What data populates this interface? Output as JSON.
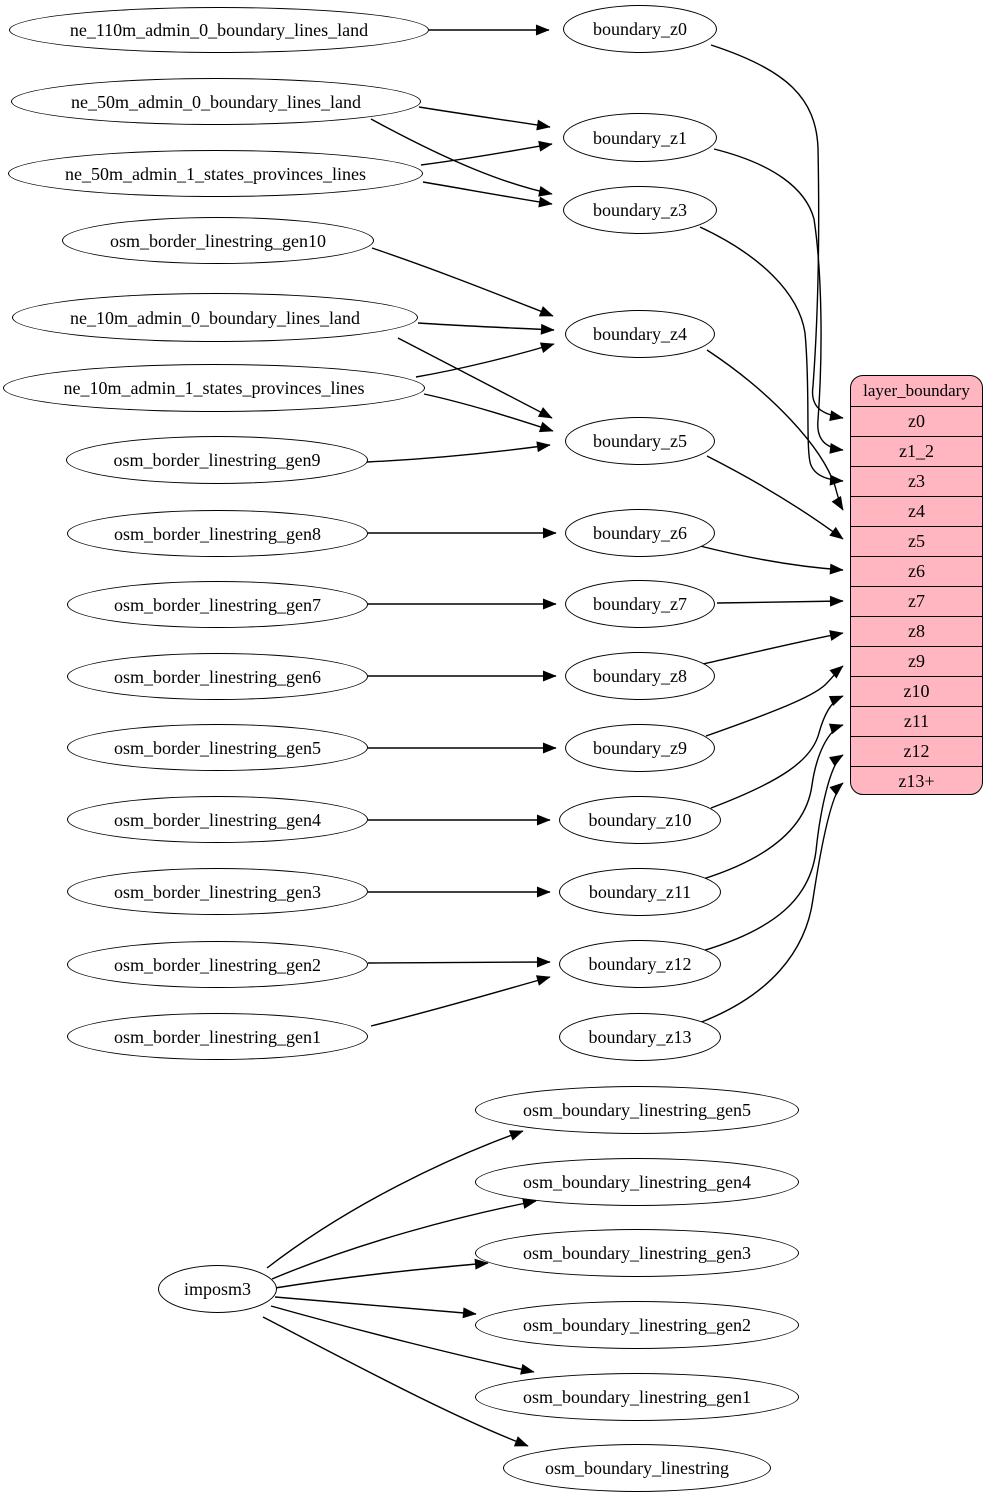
{
  "diagram": {
    "colors": {
      "table_fill": "#ffb6c1",
      "node_fill": "#ffffff",
      "stroke": "#000000"
    },
    "sources": [
      "ne_110m_admin_0_boundary_lines_land",
      "ne_50m_admin_0_boundary_lines_land",
      "ne_50m_admin_1_states_provinces_lines",
      "osm_border_linestring_gen10",
      "ne_10m_admin_0_boundary_lines_land",
      "ne_10m_admin_1_states_provinces_lines",
      "osm_border_linestring_gen9",
      "osm_border_linestring_gen8",
      "osm_border_linestring_gen7",
      "osm_border_linestring_gen6",
      "osm_border_linestring_gen5",
      "osm_border_linestring_gen4",
      "osm_border_linestring_gen3",
      "osm_border_linestring_gen2",
      "osm_border_linestring_gen1"
    ],
    "transforms": [
      "boundary_z0",
      "boundary_z1",
      "boundary_z3",
      "boundary_z4",
      "boundary_z5",
      "boundary_z6",
      "boundary_z7",
      "boundary_z8",
      "boundary_z9",
      "boundary_z10",
      "boundary_z11",
      "boundary_z12",
      "boundary_z13"
    ],
    "table": {
      "title": "layer_boundary",
      "rows": [
        "z0",
        "z1_2",
        "z3",
        "z4",
        "z5",
        "z6",
        "z7",
        "z8",
        "z9",
        "z10",
        "z11",
        "z12",
        "z13+"
      ]
    },
    "importer": "imposm3",
    "osm_tables": [
      "osm_boundary_linestring_gen5",
      "osm_boundary_linestring_gen4",
      "osm_boundary_linestring_gen3",
      "osm_boundary_linestring_gen2",
      "osm_boundary_linestring_gen1",
      "osm_boundary_linestring"
    ],
    "edges": [
      {
        "from": "ne_110m_admin_0_boundary_lines_land",
        "to": "boundary_z0"
      },
      {
        "from": "ne_50m_admin_0_boundary_lines_land",
        "to": "boundary_z1"
      },
      {
        "from": "ne_50m_admin_0_boundary_lines_land",
        "to": "boundary_z3"
      },
      {
        "from": "ne_50m_admin_1_states_provinces_lines",
        "to": "boundary_z1"
      },
      {
        "from": "ne_50m_admin_1_states_provinces_lines",
        "to": "boundary_z3"
      },
      {
        "from": "osm_border_linestring_gen10",
        "to": "boundary_z4"
      },
      {
        "from": "ne_10m_admin_0_boundary_lines_land",
        "to": "boundary_z4"
      },
      {
        "from": "ne_10m_admin_0_boundary_lines_land",
        "to": "boundary_z5"
      },
      {
        "from": "ne_10m_admin_1_states_provinces_lines",
        "to": "boundary_z4"
      },
      {
        "from": "ne_10m_admin_1_states_provinces_lines",
        "to": "boundary_z5"
      },
      {
        "from": "osm_border_linestring_gen9",
        "to": "boundary_z5"
      },
      {
        "from": "osm_border_linestring_gen8",
        "to": "boundary_z6"
      },
      {
        "from": "osm_border_linestring_gen7",
        "to": "boundary_z7"
      },
      {
        "from": "osm_border_linestring_gen6",
        "to": "boundary_z8"
      },
      {
        "from": "osm_border_linestring_gen5",
        "to": "boundary_z9"
      },
      {
        "from": "osm_border_linestring_gen4",
        "to": "boundary_z10"
      },
      {
        "from": "osm_border_linestring_gen3",
        "to": "boundary_z11"
      },
      {
        "from": "osm_border_linestring_gen2",
        "to": "boundary_z12"
      },
      {
        "from": "osm_border_linestring_gen1",
        "to": "boundary_z12"
      },
      {
        "from": "boundary_z0",
        "to": "layer_boundary.z0"
      },
      {
        "from": "boundary_z1",
        "to": "layer_boundary.z1_2"
      },
      {
        "from": "boundary_z3",
        "to": "layer_boundary.z3"
      },
      {
        "from": "boundary_z4",
        "to": "layer_boundary.z4"
      },
      {
        "from": "boundary_z5",
        "to": "layer_boundary.z5"
      },
      {
        "from": "boundary_z6",
        "to": "layer_boundary.z6"
      },
      {
        "from": "boundary_z7",
        "to": "layer_boundary.z7"
      },
      {
        "from": "boundary_z8",
        "to": "layer_boundary.z8"
      },
      {
        "from": "boundary_z9",
        "to": "layer_boundary.z9"
      },
      {
        "from": "boundary_z10",
        "to": "layer_boundary.z10"
      },
      {
        "from": "boundary_z11",
        "to": "layer_boundary.z11"
      },
      {
        "from": "boundary_z12",
        "to": "layer_boundary.z12"
      },
      {
        "from": "boundary_z13",
        "to": "layer_boundary.z13+"
      },
      {
        "from": "imposm3",
        "to": "osm_boundary_linestring_gen5"
      },
      {
        "from": "imposm3",
        "to": "osm_boundary_linestring_gen4"
      },
      {
        "from": "imposm3",
        "to": "osm_boundary_linestring_gen3"
      },
      {
        "from": "imposm3",
        "to": "osm_boundary_linestring_gen2"
      },
      {
        "from": "imposm3",
        "to": "osm_boundary_linestring_gen1"
      },
      {
        "from": "imposm3",
        "to": "osm_boundary_linestring"
      }
    ]
  }
}
